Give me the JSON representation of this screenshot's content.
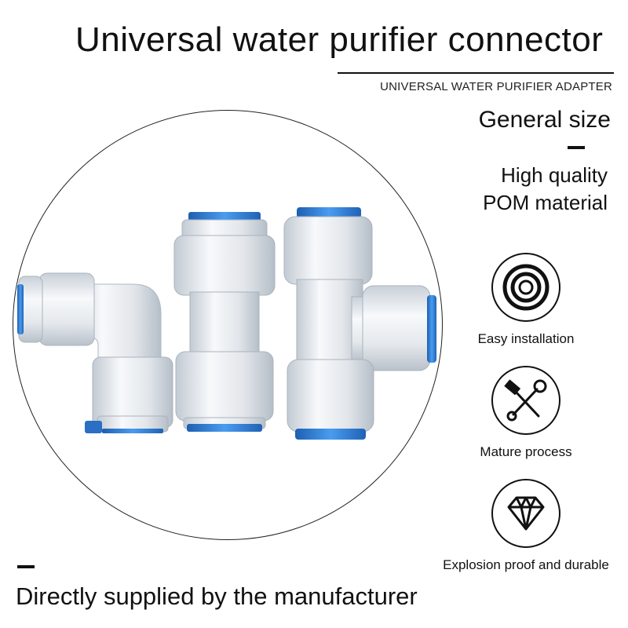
{
  "header": {
    "title": "Universal water purifier connector",
    "subtitle": "UNIVERSAL WATER PURIFIER ADAPTER"
  },
  "specs": {
    "size": "General size",
    "quality_line1": "High quality",
    "quality_line2": "POM material"
  },
  "features": [
    {
      "label": "Easy installation",
      "icon": "concentric-rings-icon"
    },
    {
      "label": "Mature process",
      "icon": "hammer-wrench-icon"
    },
    {
      "label": "Explosion proof and durable",
      "icon": "diamond-icon"
    }
  ],
  "footer": {
    "tagline": "Directly supplied by the manufacturer"
  },
  "colors": {
    "fitting_body": "#e9edf1",
    "collet_blue": "#2f7fd6",
    "text": "#111111"
  }
}
